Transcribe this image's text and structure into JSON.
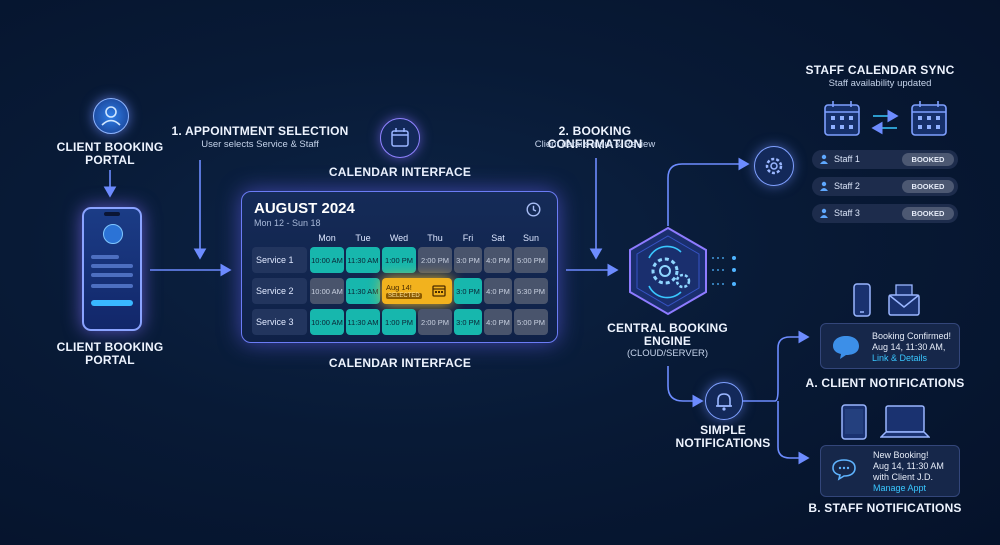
{
  "portal_top": {
    "label": "CLIENT BOOKING PORTAL"
  },
  "portal_bottom": {
    "label": "CLIENT BOOKING PORTAL"
  },
  "step1": {
    "title": "1. APPOINTMENT SELECTION",
    "desc": "User selects Service & Staff"
  },
  "step2": {
    "title": "2. BOOKING CONFIRMATION",
    "desc": "Client details input & Review"
  },
  "calendar_icon_label": "CALENDAR INTERFACE",
  "calendar_bottom_label": "CALENDAR INTERFACE",
  "calendar": {
    "month": "AUGUST 2024",
    "range": "Mon 12 - Sun 18",
    "days": [
      "Mon",
      "Tue",
      "Wed",
      "Thu",
      "Fri",
      "Sat",
      "Sun"
    ],
    "rows": [
      {
        "service": "Service 1",
        "slots": [
          {
            "time": "10:00 AM",
            "state": "available"
          },
          {
            "time": "11:30 AM",
            "state": "available"
          },
          {
            "time": "1:00 PM",
            "state": "available"
          },
          {
            "time": "2:00 PM",
            "state": "unavailable"
          },
          {
            "time": "3:0 PM",
            "state": "unavailable"
          },
          {
            "time": "4:0 PM",
            "state": "unavailable"
          },
          {
            "time": "5:00 PM",
            "state": "unavailable"
          }
        ]
      },
      {
        "service": "Service 2",
        "slots": [
          {
            "time": "10:00 AM",
            "state": "unavailable"
          },
          {
            "time": "11:30 AM",
            "state": "available"
          },
          {
            "time": "Aug 14!",
            "state": "selected",
            "badge": "SELECTED"
          },
          {
            "time": "",
            "state": "hidden"
          },
          {
            "time": "3:0 PM",
            "state": "available"
          },
          {
            "time": "4:0 PM",
            "state": "unavailable"
          },
          {
            "time": "5:30 PM",
            "state": "unavailable"
          }
        ]
      },
      {
        "service": "Service 3",
        "slots": [
          {
            "time": "10:00 AM",
            "state": "available"
          },
          {
            "time": "11:30 AM",
            "state": "available"
          },
          {
            "time": "1:00 PM",
            "state": "available"
          },
          {
            "time": "2:00 PM",
            "state": "unavailable"
          },
          {
            "time": "3:0 PM",
            "state": "available"
          },
          {
            "time": "4:0 PM",
            "state": "unavailable"
          },
          {
            "time": "5:00 PM",
            "state": "unavailable"
          }
        ]
      }
    ]
  },
  "engine": {
    "title": "CENTRAL BOOKING ENGINE",
    "sub": "(CLOUD/SERVER)"
  },
  "sync": {
    "title": "STAFF CALENDAR SYNC",
    "sub": "Staff availability updated"
  },
  "staff": [
    {
      "name": "Staff 1",
      "status": "BOOKED"
    },
    {
      "name": "Staff 2",
      "status": "BOOKED"
    },
    {
      "name": "Staff 3",
      "status": "BOOKED"
    }
  ],
  "simple_notifications": {
    "label": "SIMPLE NOTIFICATIONS"
  },
  "client_notif": {
    "line1": "Booking Confirmed!",
    "line2": "Aug 14, 11:30 AM,",
    "link": "Link & Details",
    "label": "A. CLIENT NOTIFICATIONS"
  },
  "staff_notif": {
    "line1": "New Booking!",
    "line2": "Aug 14, 11:30 AM",
    "line3": "with Client J.D.",
    "link": "Manage Appt",
    "label": "B. STAFF NOTIFICATIONS"
  },
  "colors": {
    "accent": "#39c7ff",
    "available": "#17b7ad",
    "unavailable": "#49546c",
    "selected": "#f2b21e",
    "arrow": "#6d8cff"
  }
}
